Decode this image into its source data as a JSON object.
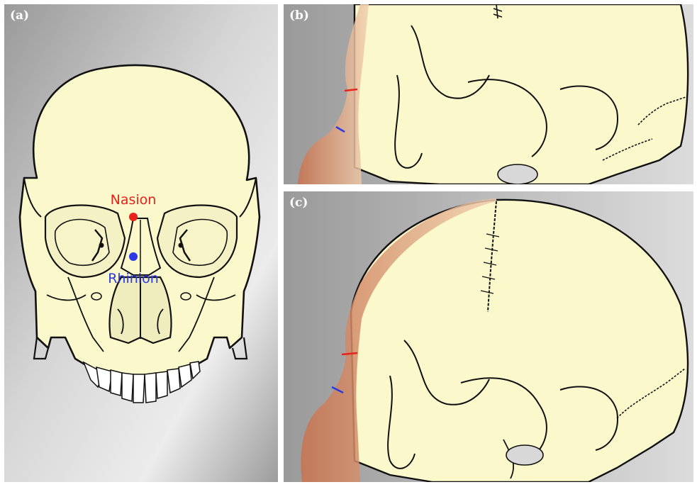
{
  "panels": {
    "a": {
      "label": "(a)"
    },
    "b": {
      "label": "(b)"
    },
    "c": {
      "label": "(c)"
    }
  },
  "landmarks": {
    "nasion": {
      "label": "Nasion",
      "color": "#e8221c"
    },
    "rhinion": {
      "label": "Rhinion",
      "color": "#2b39e6"
    }
  },
  "colors": {
    "bone": "#fbf8cc",
    "background_light": "#e8e8e8",
    "background_dark": "#8e8e8e",
    "soft_tissue": "#c8734e",
    "outline": "#111111"
  }
}
